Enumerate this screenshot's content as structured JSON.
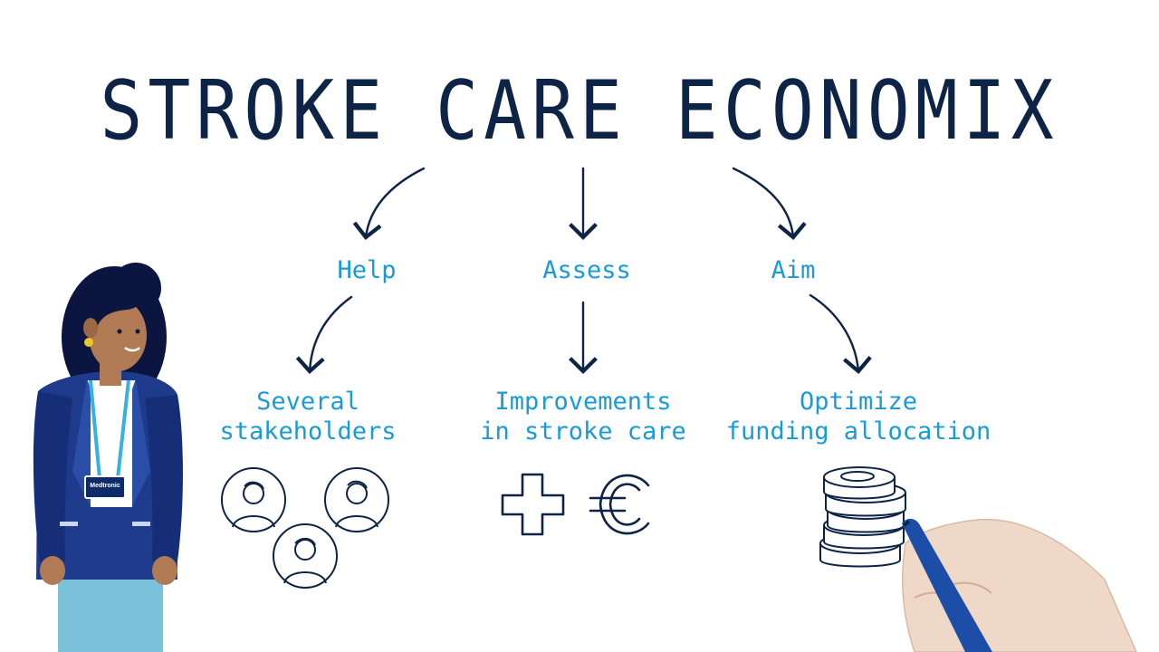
{
  "title": "STROKE CARE ECONOMIX",
  "level1": [
    "Help",
    "Assess",
    "Aim"
  ],
  "level2": [
    {
      "line1": "Several",
      "line2": "stakeholders"
    },
    {
      "line1": "Improvements",
      "line2": "in stroke care"
    },
    {
      "line1": "Optimize",
      "line2": "funding allocation"
    }
  ],
  "badge": "Medtronic",
  "colors": {
    "title": "#0d2447",
    "accent": "#1a9bd7",
    "jacket": "#1e3a8a",
    "shirt": "#7ac1d9"
  }
}
